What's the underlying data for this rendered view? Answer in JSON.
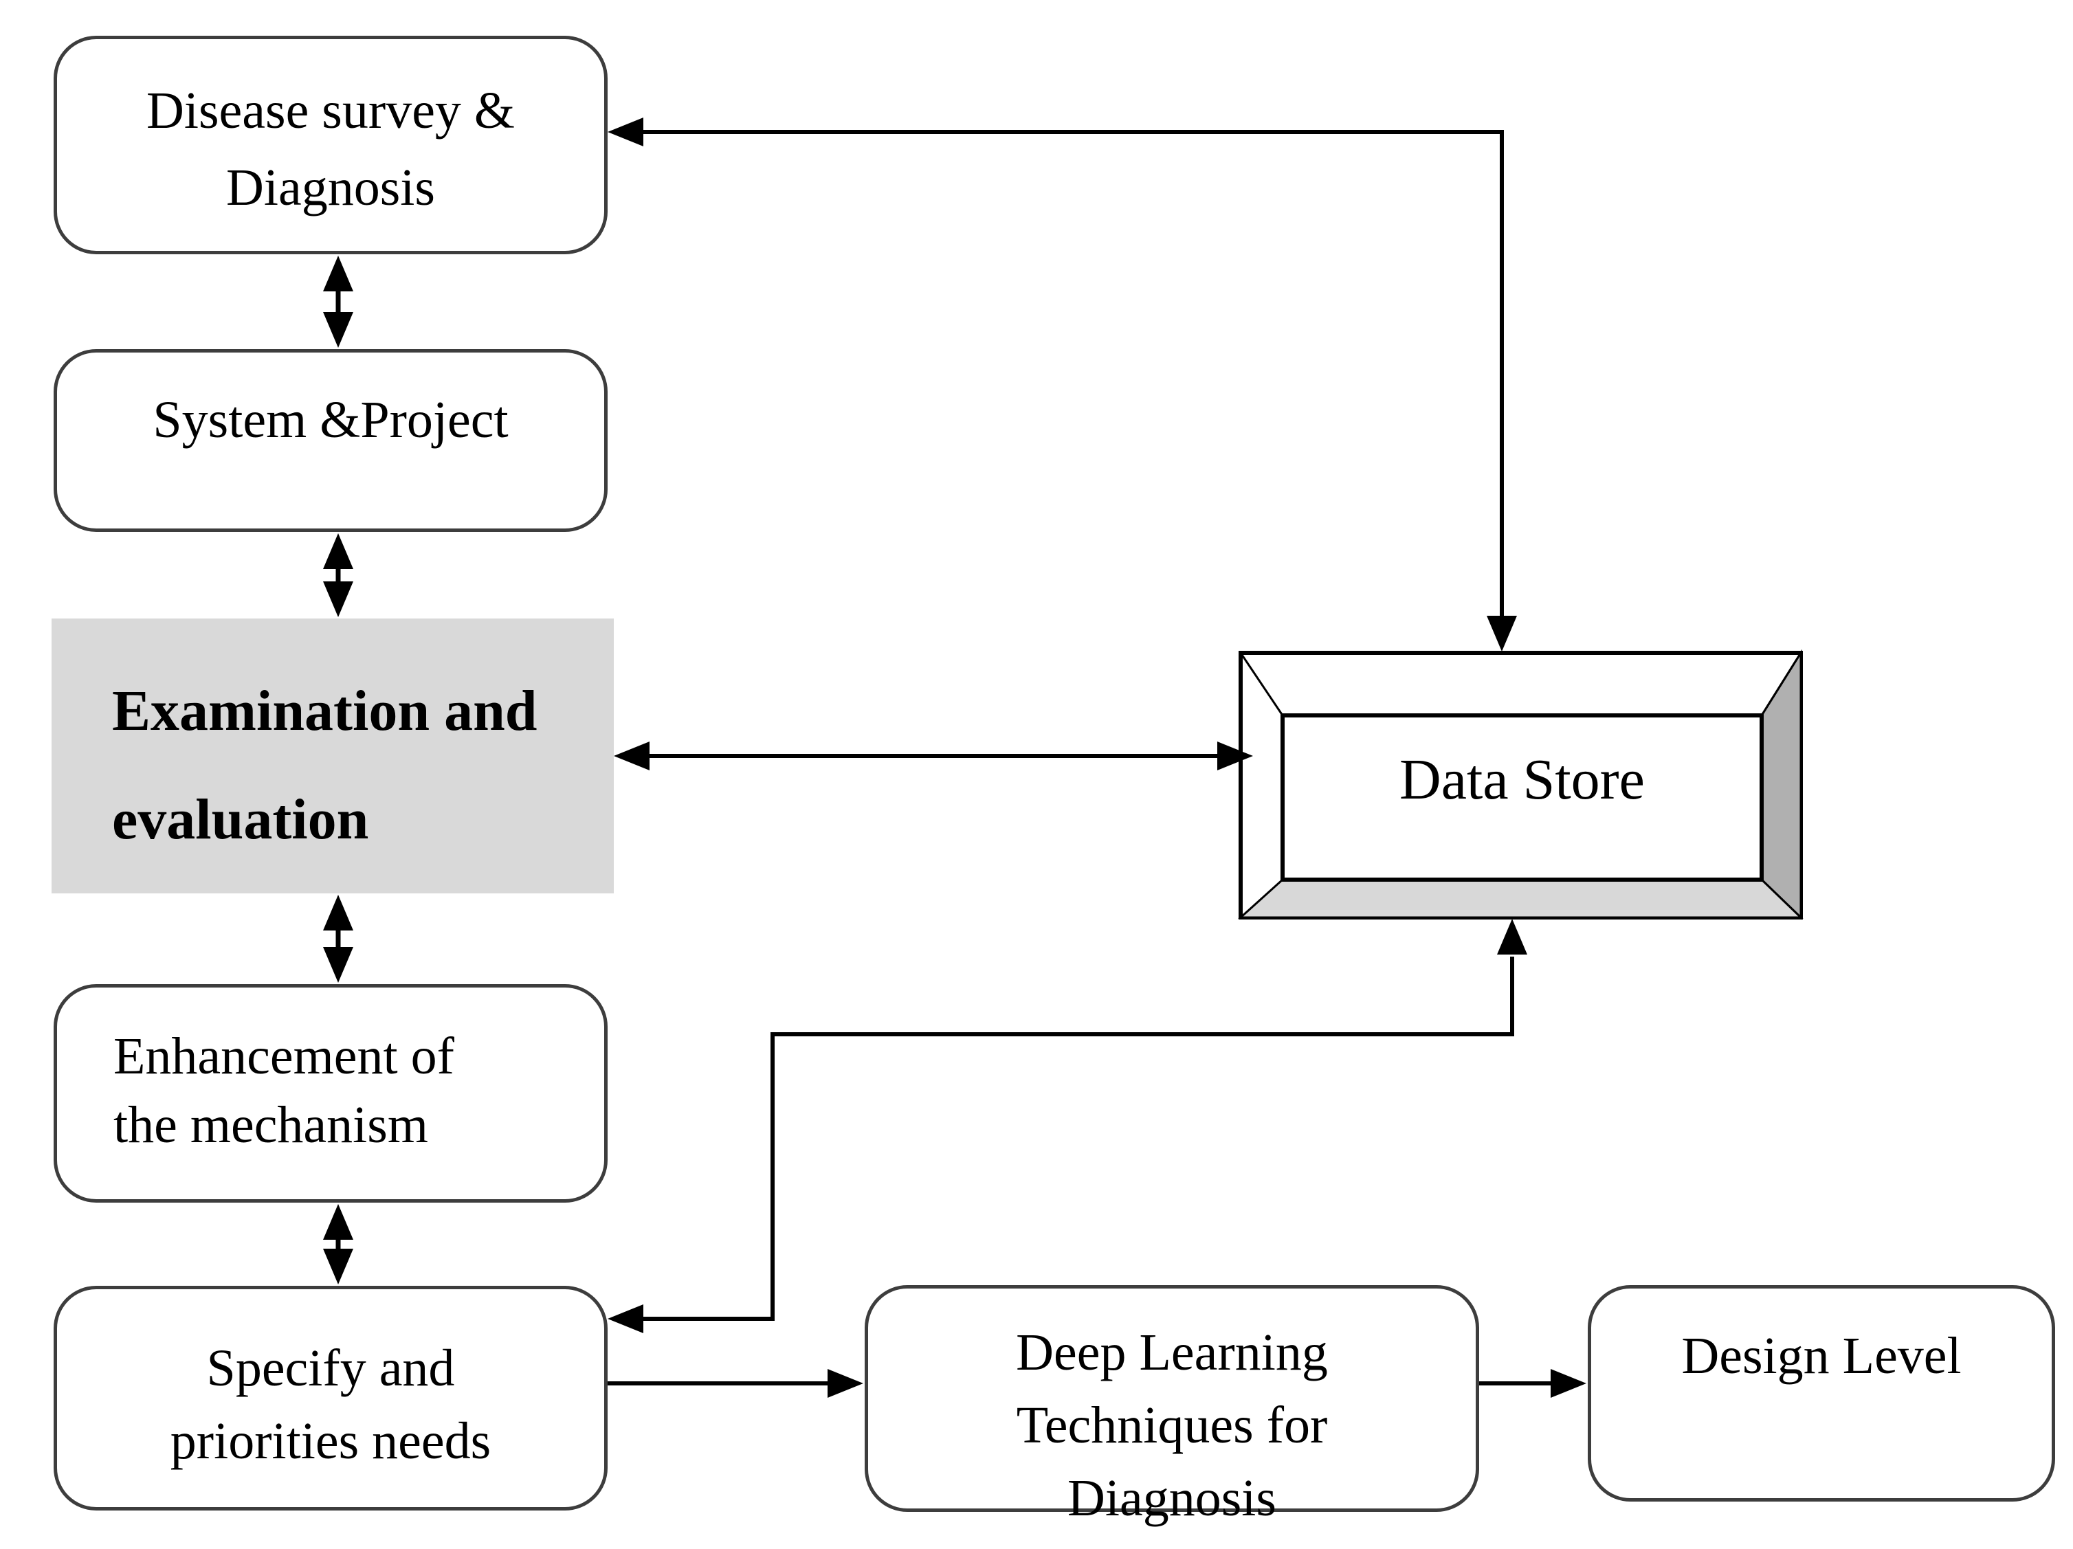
{
  "diagram": {
    "nodes": {
      "disease_survey": {
        "lines": [
          "Disease survey &",
          "Diagnosis"
        ]
      },
      "system_project": {
        "lines": [
          "System &Project"
        ]
      },
      "examination": {
        "lines": [
          "Examination and",
          "evaluation"
        ]
      },
      "enhancement": {
        "lines": [
          "Enhancement of",
          "the mechanism"
        ]
      },
      "specify": {
        "lines": [
          "Specify and",
          "priorities needs"
        ]
      },
      "deep_learning": {
        "lines": [
          "Deep Learning",
          "Techniques for",
          "Diagnosis"
        ]
      },
      "design_level": {
        "lines": [
          "Design Level"
        ]
      },
      "data_store": {
        "lines": [
          "Data Store"
        ]
      }
    },
    "colors": {
      "background": "#ffffff",
      "box_border": "#3d3d3d",
      "examination_fill": "#d9d9d9",
      "arrow": "#000000",
      "datastore_right_face": "#b0b0b0",
      "datastore_bottom_face": "#d8d8d8"
    }
  }
}
